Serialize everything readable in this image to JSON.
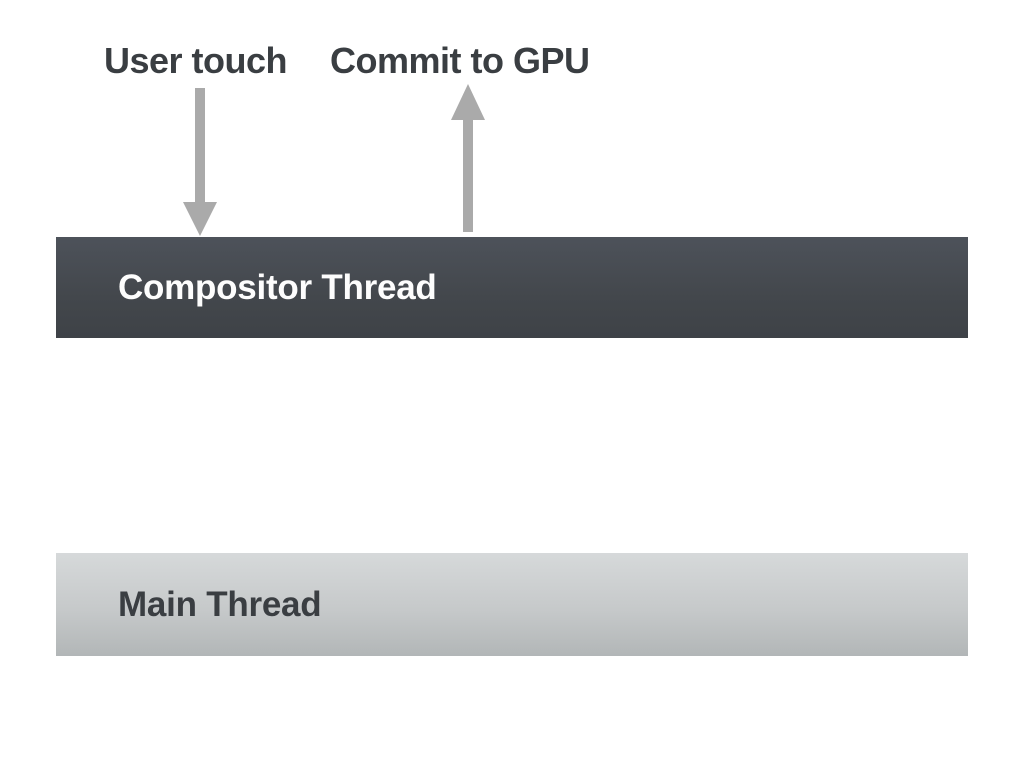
{
  "diagram": {
    "title": "Compositor vs Main Thread diagram",
    "background_color": "#ffffff",
    "annotation_labels": {
      "user_touch": "User touch",
      "commit_to_gpu": "Commit to GPU"
    },
    "arrows": [
      {
        "name": "down-arrow-icon",
        "direction": "down",
        "from": "User touch",
        "to": "Compositor Thread",
        "color": "#aaaaaa",
        "glyph": "↓"
      },
      {
        "name": "up-arrow-icon",
        "direction": "up",
        "from": "Compositor Thread",
        "to": "Commit to GPU",
        "color": "#aaaaaa",
        "glyph": "↑"
      }
    ],
    "bars": [
      {
        "label": "Compositor Thread",
        "background_top": "#4d525a",
        "background_bottom": "#3e4247",
        "text_color": "#fdfdfd"
      },
      {
        "label": "Main Thread",
        "background_top": "#d6d9da",
        "background_bottom": "#b2b6b7",
        "text_color": "#3a3e42"
      }
    ],
    "label_text_color": "#3a3e42"
  }
}
